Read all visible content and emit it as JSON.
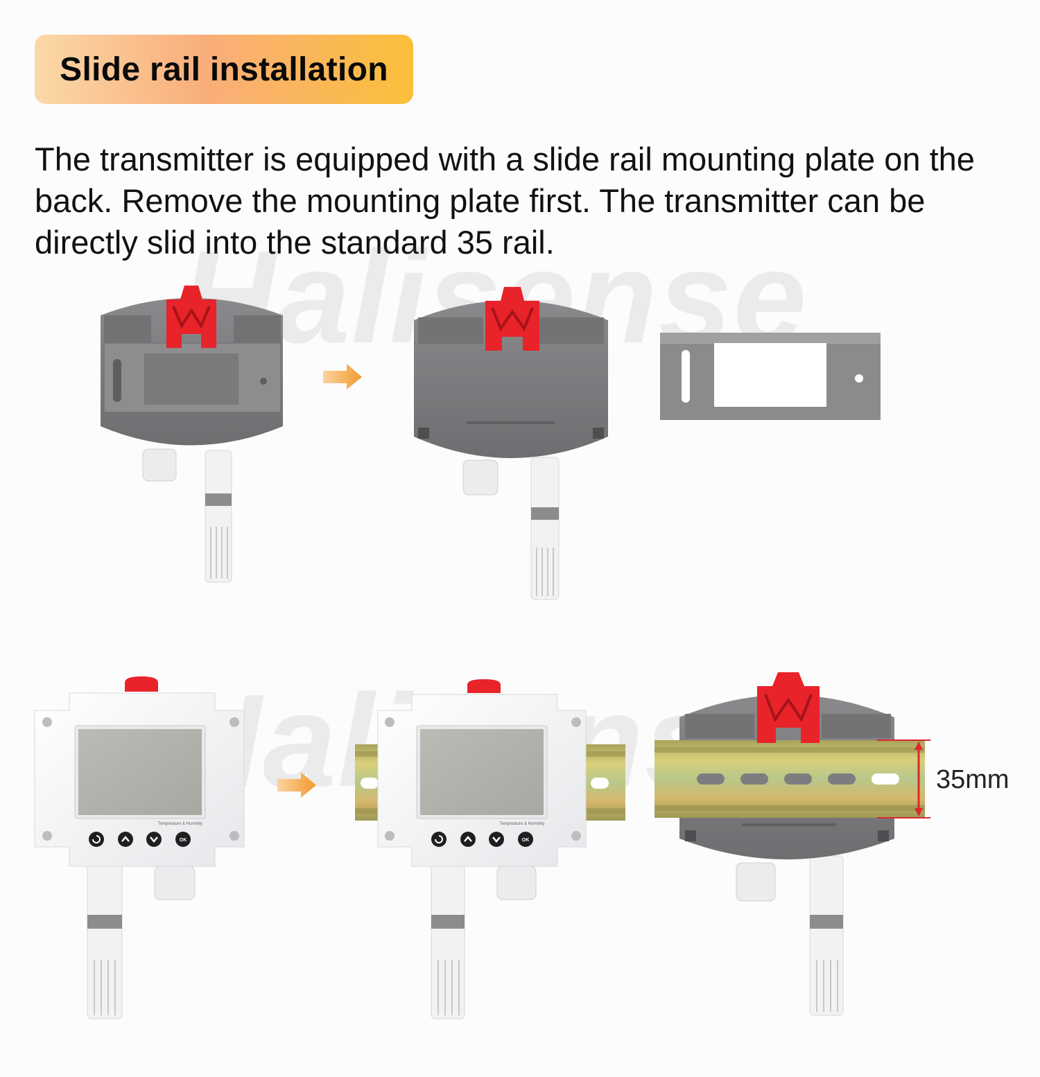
{
  "header": {
    "title": "Slide rail installation"
  },
  "description": "The transmitter is equipped with a slide rail mounting plate on the back. Remove the mounting plate first. The transmitter can be directly slid into the standard 35 rail.",
  "watermark": {
    "text": "Halisense"
  },
  "dimension": {
    "label": "35mm"
  },
  "device": {
    "screen_caption": "Temperature & Humidity"
  },
  "colors": {
    "accent_orange": "#f6a03c",
    "clip_red": "#e8232a",
    "housing_gray": "#7d7d80",
    "rail_metal": "#c9bf6a",
    "dimension_red": "#e0262c"
  },
  "icons": [
    "arrow-right-icon",
    "back-icon",
    "up-icon",
    "down-icon",
    "ok-icon"
  ]
}
